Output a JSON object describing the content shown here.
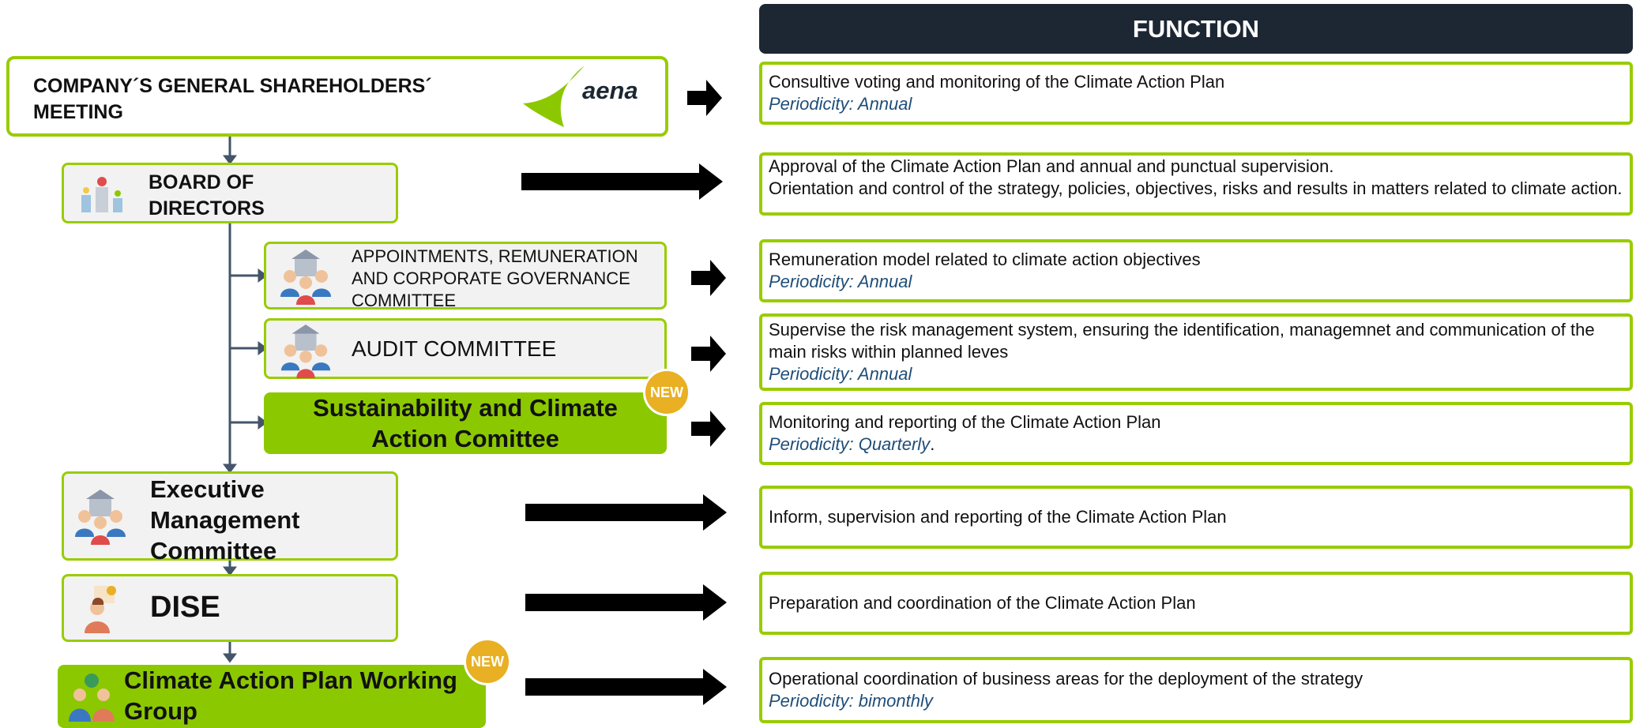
{
  "header": {
    "function_title": "FUNCTION"
  },
  "left": {
    "shareholders": "COMPANY´S GENERAL SHAREHOLDERS´ MEETING",
    "logo_text": "aena",
    "board": "BOARD OF DIRECTORS",
    "appointments": "APPOINTMENTS, REMUNERATION AND CORPORATE GOVERNANCE COMMITTEE",
    "audit": "AUDIT COMMITTEE",
    "sustainability": "Sustainability and Climate Action Comittee",
    "executive": "Executive Management Committee",
    "dise": "DISE",
    "working_group": "Climate Action Plan Working Group",
    "new_badge_1": "NEW",
    "new_badge_2": "NEW"
  },
  "right": {
    "r1": {
      "text": "Consultive voting and monitoring of the Climate Action Plan",
      "periodicity": "Periodicity: Annual"
    },
    "r2": {
      "line1": "Approval of the Climate Action Plan and annual and punctual supervision.",
      "line2": "Orientation and control of the strategy, policies, objectives, risks and results in matters related to climate action."
    },
    "r3": {
      "text": "Remuneration model related to climate action objectives",
      "periodicity": "Periodicity: Annual"
    },
    "r4": {
      "text": "Supervise the risk management system, ensuring the identification, managemnet and communication of the main risks within planned leves",
      "periodicity": "Periodicity: Annual"
    },
    "r5": {
      "text": "Monitoring and reporting of the Climate Action Plan",
      "periodicity": "Periodicity: Quarterly",
      "suffix": "."
    },
    "r6": {
      "text": "Inform, supervision and reporting of the Climate Action Plan"
    },
    "r7": {
      "text": "Preparation and coordination of the Climate Action Plan"
    },
    "r8": {
      "text": "Operational coordination of business areas for the deployment of the strategy",
      "periodicity": "Periodicity: bimonthly"
    }
  },
  "colors": {
    "accent_green": "#99cc00",
    "fill_green": "#8cc800",
    "header_dark": "#1c2733",
    "badge_gold": "#e8b022",
    "periodicity_blue": "#1f4e79"
  }
}
